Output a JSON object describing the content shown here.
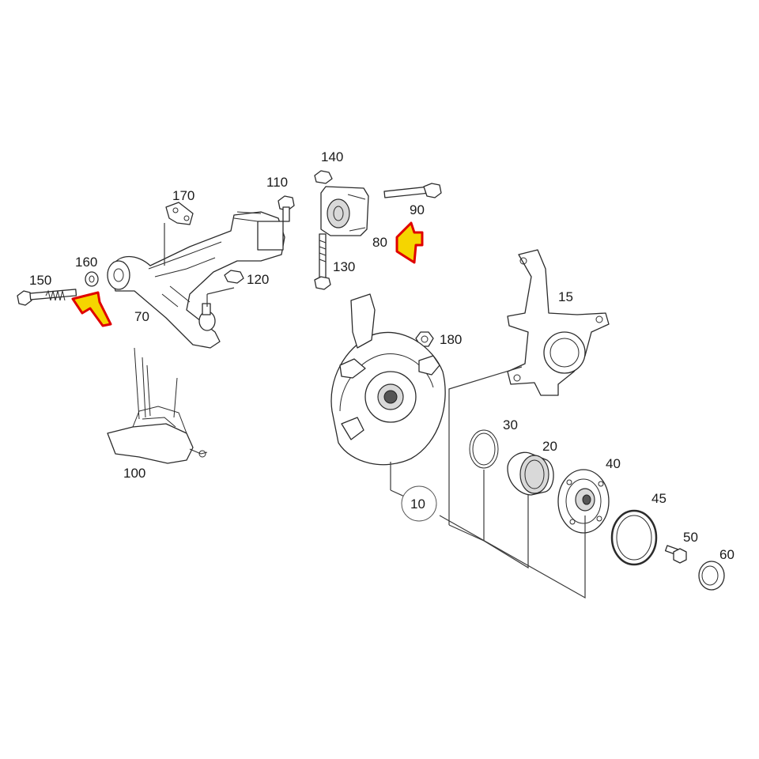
{
  "labels": {
    "p10": "10",
    "p15": "15",
    "p20": "20",
    "p30": "30",
    "p40": "40",
    "p45": "45",
    "p50": "50",
    "p60": "60",
    "p70": "70",
    "p80": "80",
    "p90": "90",
    "p100": "100",
    "p110": "110",
    "p120": "120",
    "p130": "130",
    "p140": "140",
    "p150": "150",
    "p160": "160",
    "p170": "170",
    "p180": "180"
  },
  "colors": {
    "arrow_fill": "#f5d500",
    "arrow_outline": "#e00000",
    "line": "#2b2b2b"
  },
  "highlights": [
    "150",
    "80"
  ]
}
